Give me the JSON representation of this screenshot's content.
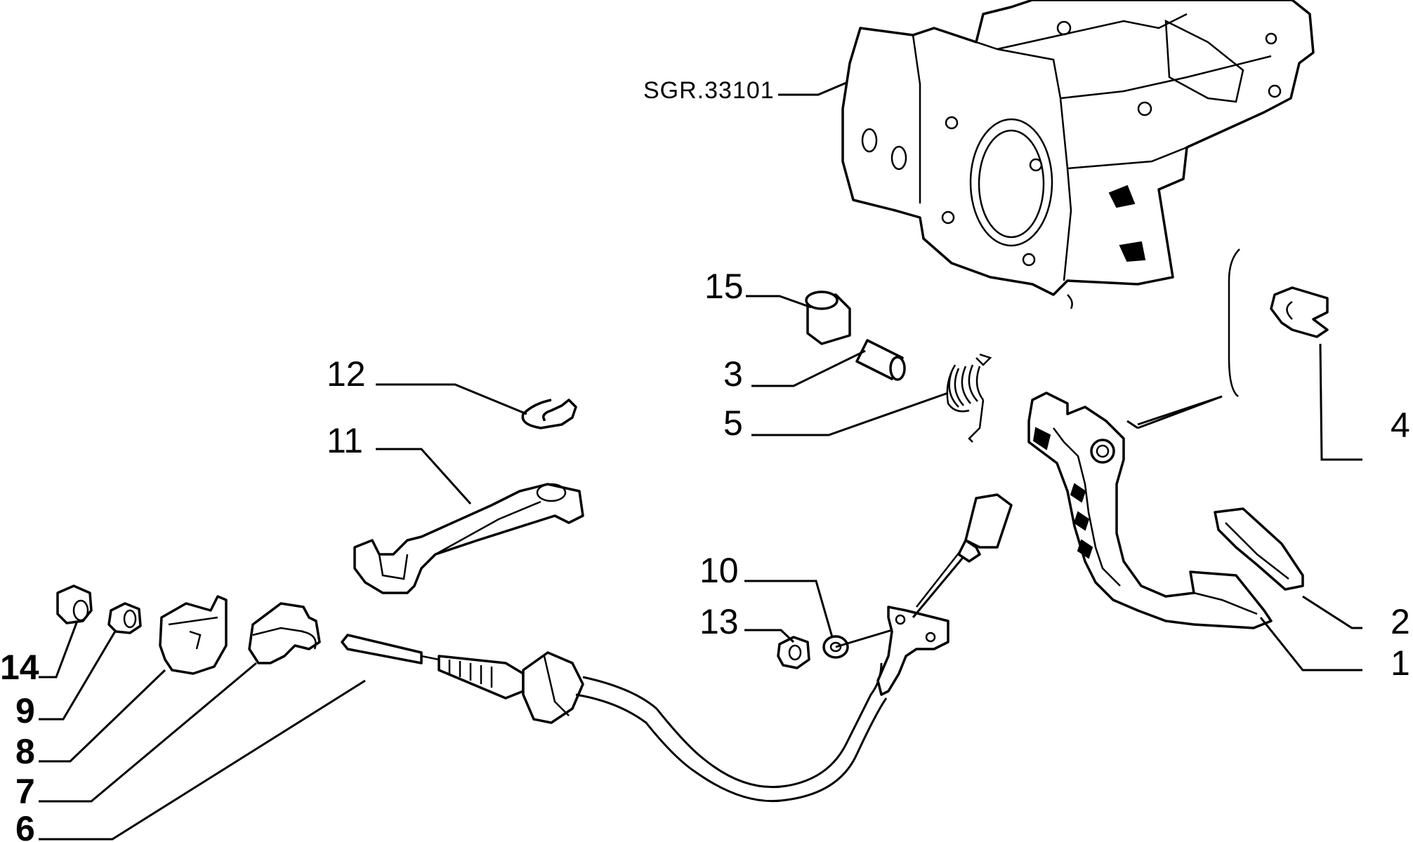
{
  "reference": "SGR.33101",
  "callouts": {
    "c1": "1",
    "c2": "2",
    "c3": "3",
    "c4": "4",
    "c5": "5",
    "c6": "6",
    "c7": "7",
    "c8": "8",
    "c9": "9",
    "c10": "10",
    "c11": "11",
    "c12": "12",
    "c13": "13",
    "c14": "14",
    "c15": "15"
  }
}
